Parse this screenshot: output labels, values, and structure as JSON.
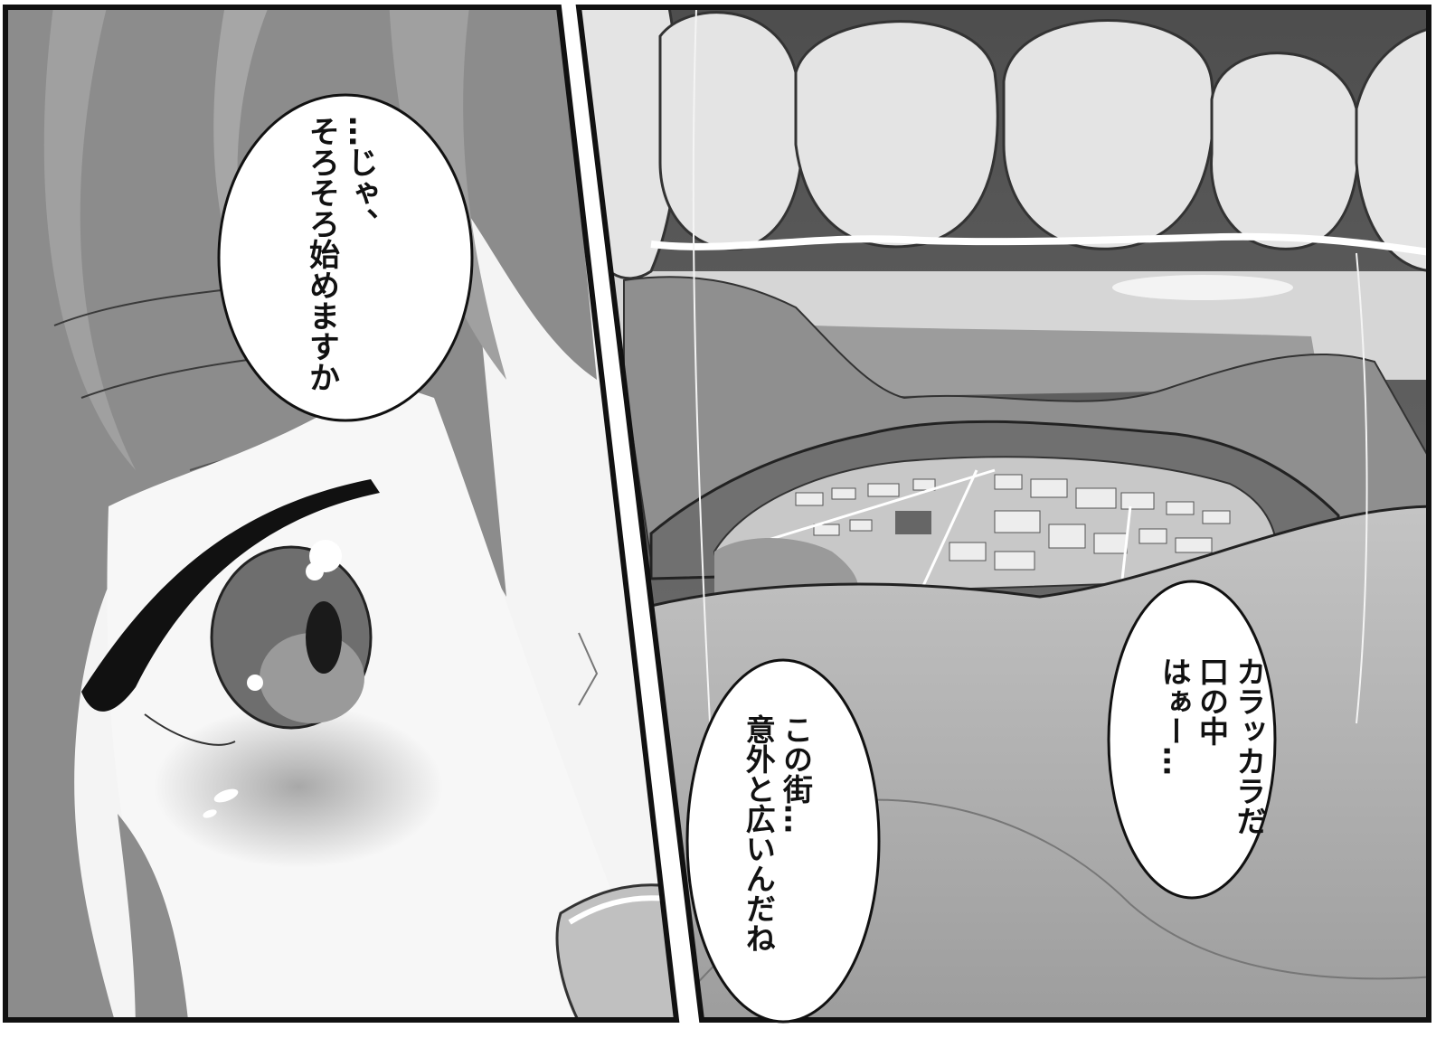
{
  "speech_bubbles": {
    "bubble1": {
      "lines": [
        "…じゃ、",
        "そろそろ始めますか"
      ]
    },
    "bubble2": {
      "lines": [
        "この街…",
        "意外と広いんだね"
      ]
    },
    "bubble3": {
      "lines": [
        "カラッカラだ",
        "口の中",
        "はぁー…"
      ]
    }
  },
  "colors": {
    "panel_border": "#111111",
    "hair": "#8a8a8a",
    "skin": "#f2f2f2",
    "teeth": "#e3e3e3",
    "mouth_dark": "#5c5c5c",
    "tongue": "#b3b3b3",
    "city_land": "#c8c8c8"
  }
}
